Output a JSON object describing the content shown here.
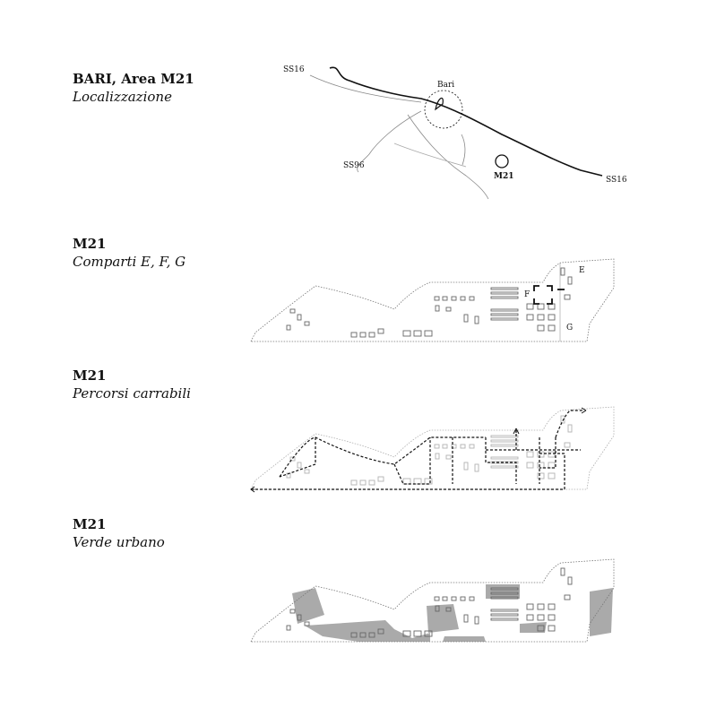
{
  "sections": [
    {
      "title": "BARI, Area M21",
      "subtitle": "Localizzazione"
    },
    {
      "title": "M21",
      "subtitle": "Comparti E, F, G"
    },
    {
      "title": "M21",
      "subtitle": "Percorsi carrabili"
    },
    {
      "title": "M21",
      "subtitle": "Verde urbano"
    }
  ],
  "map_labels": {
    "ss16_top": "SS16",
    "ss16_right": "SS16",
    "ss96": "SS96",
    "bari": "Bari",
    "m21": "M21"
  },
  "comparti_labels": {
    "e": "E",
    "f": "F",
    "g": "G"
  }
}
